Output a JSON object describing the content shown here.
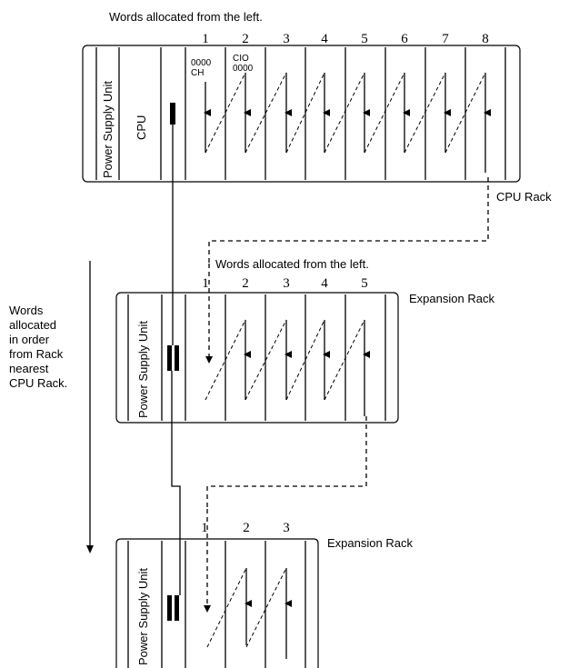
{
  "cpu_rack": {
    "caption": "Words allocated from the left.",
    "psu_label": "Power Supply Unit",
    "cpu_label": "CPU",
    "slot_numbers": [
      "1",
      "2",
      "3",
      "4",
      "5",
      "6",
      "7",
      "8"
    ],
    "slot1_label": [
      "0000",
      "CH"
    ],
    "slot2_label": [
      "CIO",
      "0000"
    ],
    "rack_label": "CPU Rack"
  },
  "expansion_rack_1": {
    "caption": "Words allocated from the left.",
    "psu_label": "Power Supply Unit",
    "slot_numbers": [
      "1",
      "2",
      "3",
      "4",
      "5"
    ],
    "rack_label": "Expansion Rack"
  },
  "expansion_rack_2": {
    "psu_label": "Power Supply Unit",
    "slot_numbers": [
      "1",
      "2",
      "3"
    ],
    "rack_label": "Expansion Rack"
  },
  "side_note": [
    "Words",
    "allocated",
    "in order",
    "from Rack",
    "nearest",
    "CPU Rack."
  ]
}
